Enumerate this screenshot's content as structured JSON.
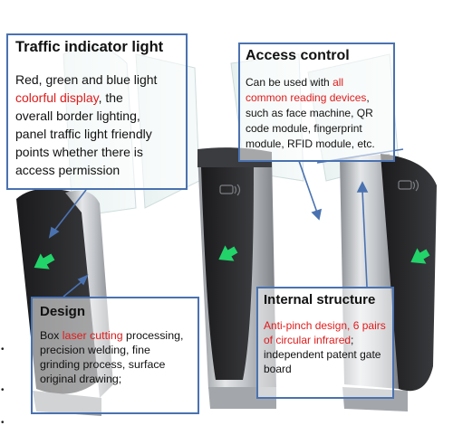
{
  "callouts": {
    "traffic": {
      "title": "Traffic indicator light",
      "line1": "Red, green and blue light",
      "line2_red": "colorful display",
      "line2_rest": ", the",
      "line3": "overall border lighting,",
      "line4": "panel traffic light friendly",
      "line5": "points whether there is",
      "line6": "access permission"
    },
    "access": {
      "title": "Access control",
      "pre": "Can be used with ",
      "red": "all common reading devices",
      "post": ", such as face machine, QR code module, fingerprint module, RFID module, etc."
    },
    "design": {
      "title": "Design",
      "pre": "Box ",
      "red": "laser cutting",
      "post": " processing, precision welding, fine grinding process, surface original drawing;"
    },
    "internal": {
      "title": "Internal structure",
      "red": "Anti-pinch design, 6 pairs of circular infrared",
      "post": "; independent patent gate board"
    }
  },
  "colors": {
    "border": "#4a72b0",
    "highlight": "#e01b1b",
    "indicator": "#22d36a"
  },
  "icons": [
    "green-arrow-icon",
    "rfid-card-icon"
  ]
}
